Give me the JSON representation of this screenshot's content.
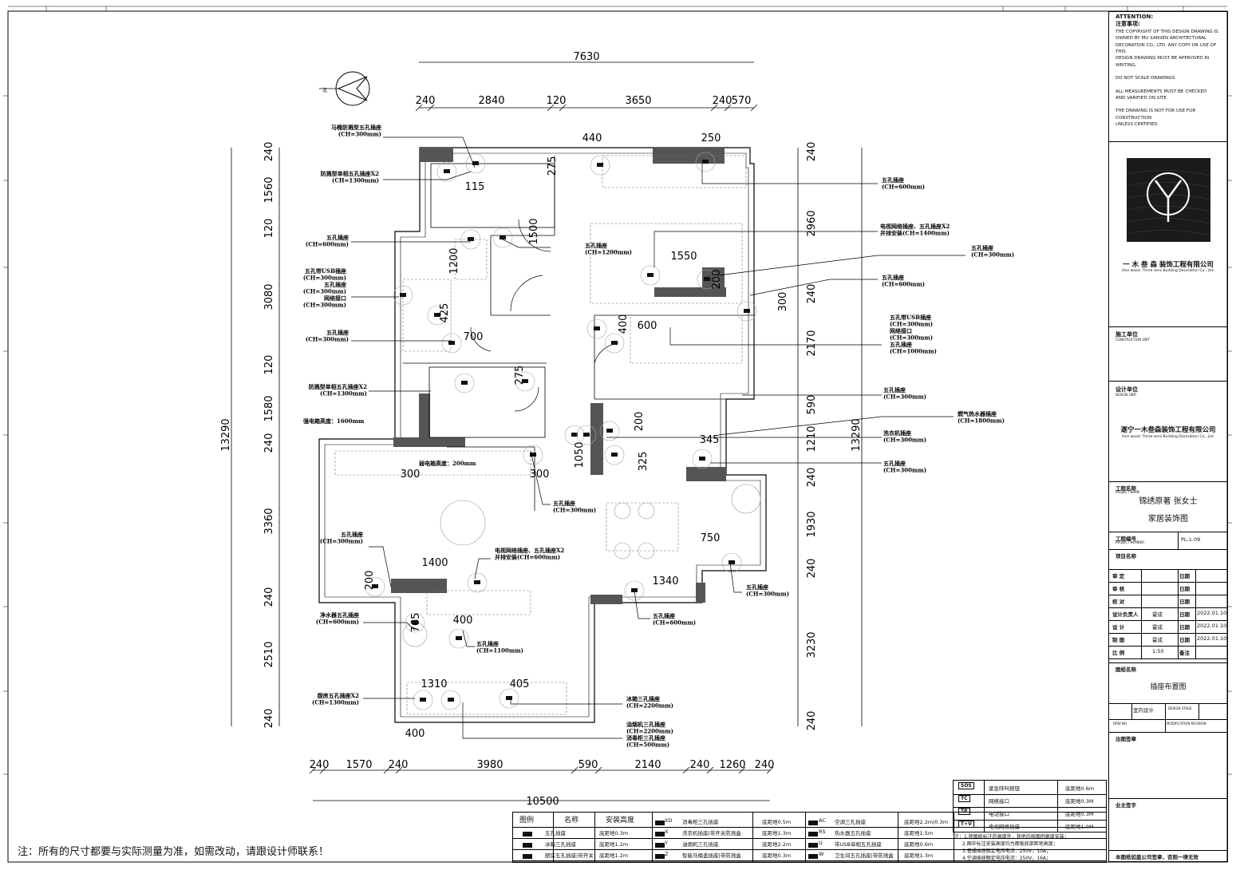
{
  "bottom_note": "注：所有的尺寸都要与实际测量为准，如需改动，请跟设计师联系！",
  "attention": {
    "heading_en": "ATTENTION:",
    "heading_cn": "注意事项:",
    "lines": [
      "THE COPYRIGHT OF THIS DESIGN DRAWING IS",
      "OWNED BY MU SANSEN ARCHITECTURAL",
      "DECORATION CO., LTD. ANY COPY OR USE OF THIS",
      "DESIGN DRAWING MUST BE APPROVED IN WRITING.",
      "DO NOT SCALE DRAWINGS",
      "ALL MEASUREMENTS MUST BE CHECKED",
      "AND VARIFIED ON SITE",
      "THE DRAWING IS NOT FOR USE FOR CONSTRUCTION",
      "UNLESS CERTIFIED"
    ]
  },
  "company_name": "一 木 叁 森  装饰工程有限公司",
  "company_en": "One wood. Three sens Building Decoration Co., Ltd.",
  "construction_unit": "施工单位",
  "construction_unit_en": "CONSTRUCTION UNIT",
  "design_unit": "设计单位",
  "design_unit_en": "DESIGN UNIT",
  "design_company": "遂宁一木叁森装饰工程有限公司",
  "design_company_en": "One wood. Three sens Building Decoration Co., Ltd.",
  "project_name_label": "工程名称",
  "project_name_label_en": "PROJECT NAME",
  "project_name_line1": "锦绣原著 张女士",
  "project_name_line2": "家居装饰图",
  "project_number_label": "工程编号",
  "project_number_label_en": "PROJECT NUMBER",
  "project_number": "PL-1.09",
  "item_name_label": "项目名称",
  "approval_rows": [
    {
      "label": "审  定",
      "name": "",
      "date_label": "日期",
      "date": ""
    },
    {
      "label": "审  核",
      "name": "",
      "date_label": "日期",
      "date": ""
    },
    {
      "label": "校  对",
      "name": "",
      "date_label": "日期",
      "date": ""
    },
    {
      "label": "设计负责人",
      "name": "霍成",
      "date_label": "日期",
      "date": "2022.01.10"
    },
    {
      "label": "设  计",
      "name": "霍成",
      "date_label": "日期",
      "date": "2022.01.10"
    },
    {
      "label": "制  图",
      "name": "霍成",
      "date_label": "日期",
      "date": "2022.01.10"
    },
    {
      "label": "比  例",
      "name": "1:50",
      "date_label": "备注",
      "date": ""
    }
  ],
  "drawing_name_label": "图纸名称",
  "drawing_name": "插座布置图",
  "profession_value": "室内设计",
  "design_stage_label": "DESIGN STAGE",
  "drw_no_label": "DRW NO",
  "modification_label": "MODIFICATION REVISION",
  "signature_label": "出图签章",
  "owner_signature_label": "业主签字",
  "footer_text": "本图纸如盖公司签章，否则一律无效",
  "floor_plan": {
    "north_label": "北",
    "top_total": "7630",
    "top_dims": [
      "240",
      "2840",
      "120",
      "3650",
      "240",
      "570"
    ],
    "bottom_total": "10500",
    "bottom_dims": [
      "240",
      "1570",
      "240",
      "3980",
      "590",
      "2140",
      "240",
      "1260",
      "240"
    ],
    "left_total": "13290",
    "left_dims": [
      "240",
      "1560",
      "120",
      "3080",
      "120",
      "1580",
      "240",
      "3360",
      "240",
      "2510",
      "240"
    ],
    "right_total": "13290",
    "right_dims": [
      "240",
      "2960",
      "240",
      "2170",
      "590",
      "1210",
      "240",
      "1930",
      "240",
      "3230",
      "240"
    ],
    "inner_dims": [
      "440",
      "250",
      "115",
      "275",
      "1500",
      "1200",
      "1550",
      "200",
      "300",
      "425",
      "700",
      "400",
      "600",
      "275",
      "200",
      "345",
      "325",
      "1050",
      "300",
      "300",
      "750",
      "1400",
      "1340",
      "200",
      "765",
      "400",
      "1310",
      "405",
      "400"
    ],
    "callouts_left": [
      "马桶防溅型五孔插座\n(CH=300mm)",
      "防溅型单相五孔插座X2\n(CH=1300mm)",
      "五孔插座\n(CH=600mm)",
      "五孔带USB插座\n(CH=300mm)\n五孔插座\n(CH=300mm)\n网络接口\n(CH=300mm)",
      "五孔插座\n(CH=300mm)",
      "防溅型单相五孔插座X2\n(CH=1300mm)",
      "五孔插座\n(CH=300mm)",
      "净水器五孔插座\n(CH=600mm)",
      "厨房五孔插座X2\n(CH=1300mm)"
    ],
    "callouts_right": [
      "五孔插座\n(CH=600mm)",
      "电视网络插座、五孔插座X2\n并排安装(CH=1400mm)",
      "五孔插座\n(CH=300mm)",
      "五孔插座\n(CH=600mm)",
      "五孔带USB插座\n(CH=300mm)\n网络接口\n(CH=300mm)\n五孔插座\n(CH=1000mm)",
      "五孔插座\n(CH=300mm)",
      "燃气热水器插座\n(CH=1800mm)",
      "洗衣机插座\n(CH=300mm)",
      "五孔插座\n(CH=300mm)",
      "五孔插座\n(CH=300mm)"
    ],
    "callouts_mid": [
      "五孔插座\n(CH=1200mm)",
      "强电箱高度：1600mm",
      "弱电箱高度：200mm",
      "五孔插座\n(CH=300mm)",
      "电视网络插座、五孔插座X2\n并排安装(CH=600mm)",
      "五孔插座\n(CH=1100mm)",
      "五孔插座\n(CH=600mm)",
      "冰箱三孔插座\n(CH=2200mm)",
      "油烟机三孔插座\n(CH=2200mm)\n消毒柜三孔插座\n(CH=500mm)"
    ]
  },
  "legend": {
    "headers": [
      "图例",
      "名称",
      "安装高度"
    ],
    "col1": [
      {
        "name": "五孔插座",
        "height": "底距地0.3m"
      },
      {
        "name": "冰箱三孔插座",
        "height": "底距地1.2m"
      },
      {
        "name": "厨房五孔插座|带开关",
        "height": "底距地1.2m"
      }
    ],
    "col2": [
      {
        "code": "XD",
        "name": "消毒柜三孔插座",
        "height": "底距地0.5m"
      },
      {
        "code": "X",
        "name": "洗衣机插座|带开关防溅盒",
        "height": "底距地1.3m"
      },
      {
        "code": "Y",
        "name": "油烟机三孔插座",
        "height": "底距地2.2m"
      },
      {
        "code": "Z",
        "name": "智能马桶盖插座|带防溅盒",
        "height": "底距地0.3m"
      }
    ],
    "col3": [
      {
        "code": "AC",
        "name": "空调三孔插座",
        "height": "底距地2.2m/0.3m"
      },
      {
        "code": "RS",
        "name": "热水器五孔插座",
        "height": "底距地1.5m"
      },
      {
        "code": "U",
        "name": "带USB单相五孔插座",
        "height": "底距地0.6m"
      },
      {
        "code": "W",
        "name": "卫生间五孔插座|带防溅盒",
        "height": "底距地1.3m"
      }
    ],
    "special": [
      {
        "code": "SOS",
        "name": "紧急呼叫按钮",
        "height": "底距地0.6m"
      },
      {
        "code": "TC",
        "name": "网络接口",
        "height": "底距地0.3M"
      },
      {
        "code": "TP",
        "name": "电话接口",
        "height": "底距地0.3M"
      },
      {
        "code": "T+V",
        "name": "电视网络插座",
        "height": "底距地1.0M"
      }
    ],
    "notes": [
      "注：1.除图纸标注的高度外，其他均按图例高度安装；",
      "2.图中标注安装高度均为面板底部距地高度；",
      "3.普通插座额定电压电流：250V，10A；",
      "4.空调插座额定电压电流：250V，16A；"
    ]
  }
}
